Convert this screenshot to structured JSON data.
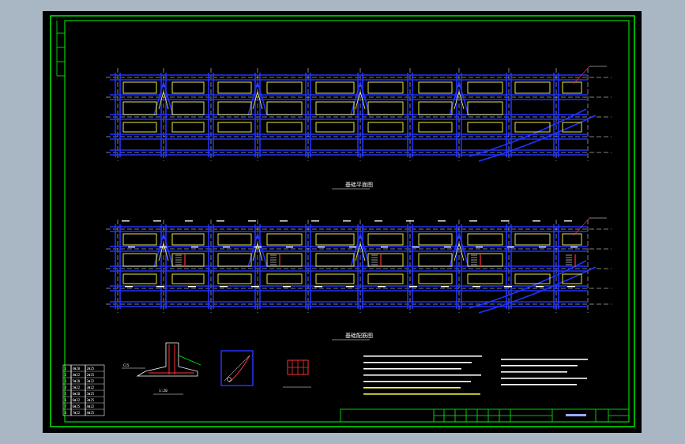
{
  "colors": {
    "background": "#a9b6c4",
    "sheet": "#000000",
    "frame": "#00ff00",
    "beam": "#2233ff",
    "axis": "#ffffff",
    "opening": "#ffff44",
    "rebar": "#ff3333",
    "text": "#ffffff"
  },
  "drawing": {
    "plan_top_caption": "基础平面图",
    "plan_bottom_caption": "基础配筋图",
    "detail_scale_caption": "1:20"
  },
  "table": {
    "rows": [
      [
        "1",
        "4Φ20",
        "2Φ25"
      ],
      [
        "2",
        "4Φ22",
        "2Φ25"
      ],
      [
        "3",
        "5Φ20",
        "3Φ22"
      ],
      [
        "4",
        "5Φ22",
        "3Φ22"
      ],
      [
        "5",
        "6Φ20",
        "3Φ25"
      ],
      [
        "6",
        "6Φ22",
        "3Φ25"
      ],
      [
        "7",
        "6Φ25",
        "4Φ22"
      ],
      [
        "8",
        "7Φ22",
        "4Φ25"
      ]
    ]
  }
}
